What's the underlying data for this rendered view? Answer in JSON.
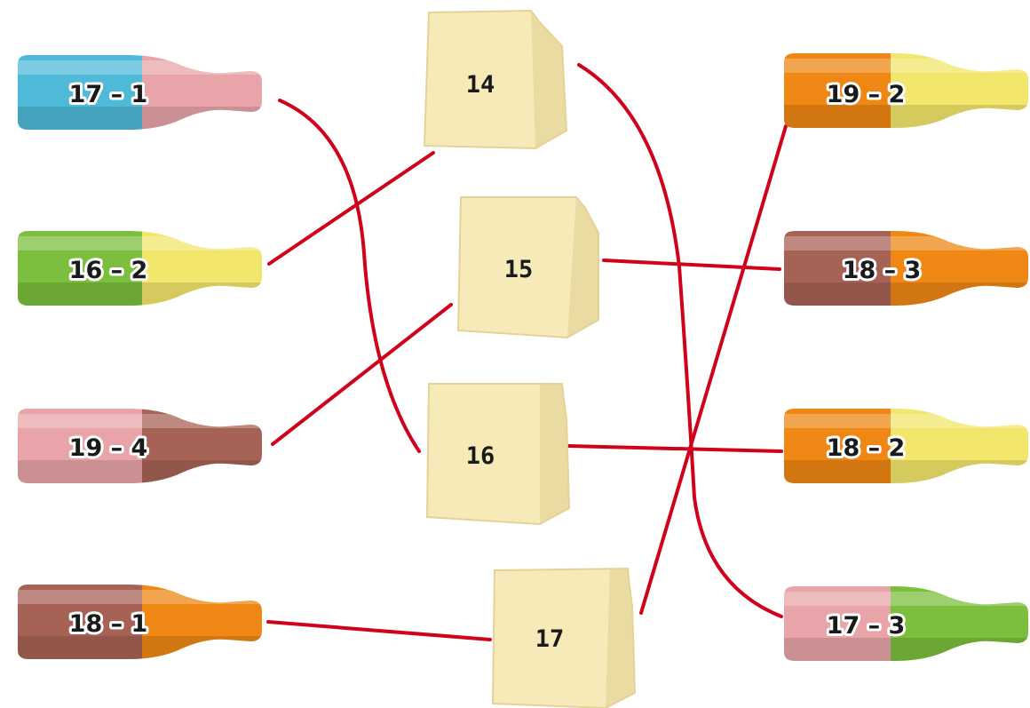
{
  "colors": {
    "line": "#d0021b",
    "bag": "#f6eab8",
    "bag_shade": "#e4d396",
    "blue": "#4fbad8",
    "pink": "#e8a4a8",
    "green": "#7cbf3e",
    "yellow": "#f2e66c",
    "brown": "#a76256",
    "orange": "#ee8714"
  },
  "bags": [
    {
      "id": "bag-14",
      "label": "14"
    },
    {
      "id": "bag-15",
      "label": "15"
    },
    {
      "id": "bag-16",
      "label": "16"
    },
    {
      "id": "bag-17",
      "label": "17"
    }
  ],
  "bottles": [
    {
      "id": "bottle-17-1",
      "label": "17 – 1",
      "colors": [
        "blue",
        "pink"
      ]
    },
    {
      "id": "bottle-16-2",
      "label": "16 – 2",
      "colors": [
        "green",
        "yellow"
      ]
    },
    {
      "id": "bottle-19-4",
      "label": "19 – 4",
      "colors": [
        "pink",
        "brown"
      ]
    },
    {
      "id": "bottle-18-1",
      "label": "18 – 1",
      "colors": [
        "brown",
        "orange"
      ]
    },
    {
      "id": "bottle-19-2",
      "label": "19 – 2",
      "colors": [
        "orange",
        "yellow"
      ]
    },
    {
      "id": "bottle-18-3",
      "label": "18 – 3",
      "colors": [
        "brown",
        "orange"
      ]
    },
    {
      "id": "bottle-18-2",
      "label": "18 – 2",
      "colors": [
        "orange",
        "yellow"
      ]
    },
    {
      "id": "bottle-17-3",
      "label": "17 – 3",
      "colors": [
        "pink",
        "green"
      ]
    }
  ],
  "connections": [
    {
      "from": "17 – 1",
      "to": "16"
    },
    {
      "from": "16 – 2",
      "to": "14"
    },
    {
      "from": "19 – 4",
      "to": "15"
    },
    {
      "from": "18 – 1",
      "to": "17"
    },
    {
      "from": "19 – 2",
      "to": "17"
    },
    {
      "from": "18 – 3",
      "to": "15"
    },
    {
      "from": "18 – 2",
      "to": "16"
    },
    {
      "from": "17 – 3",
      "to": "14"
    }
  ]
}
